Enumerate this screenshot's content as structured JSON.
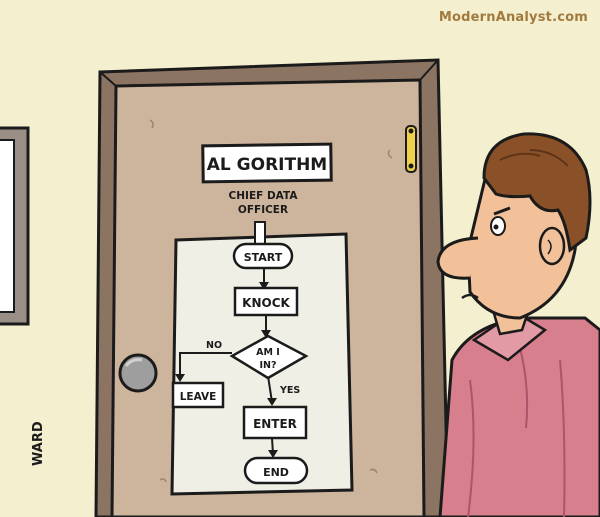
{
  "watermark": "ModernAnalyst.com",
  "nameplate": {
    "name": "AL GORITHM",
    "title_line1": "CHIEF DATA",
    "title_line2": "OFFICER"
  },
  "flowchart": {
    "start": "START",
    "knock": "KNOCK",
    "decision_line1": "AM I",
    "decision_line2": "IN?",
    "no_label": "NO",
    "yes_label": "YES",
    "leave": "LEAVE",
    "enter": "ENTER",
    "end": "END"
  },
  "signature": "WARD",
  "colors": {
    "wall": "#f3efcf",
    "door": "#cdb49c",
    "door_frame": "#8c7462",
    "paper": "#efefe6",
    "shirt": "#d77f8c",
    "skin": "#f2c199",
    "hair": "#8a5128",
    "outline": "#1b1b1b"
  }
}
